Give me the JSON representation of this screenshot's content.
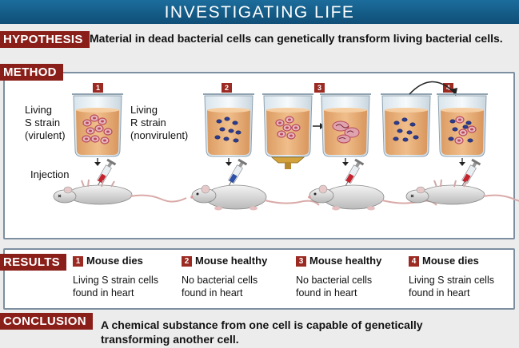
{
  "title": "INVESTIGATING LIFE",
  "hypothesis": {
    "label": "HYPOTHESIS",
    "text": "Material in dead bacterial cells can genetically transform living bacterial cells."
  },
  "method": {
    "label": "METHOD",
    "s_strain": [
      "Living",
      "S strain",
      "(virulent)"
    ],
    "r_strain": [
      "Living",
      "R strain",
      "(nonvirulent)"
    ],
    "injection": "Injection",
    "steps": [
      "1",
      "2",
      "3",
      "4"
    ]
  },
  "results": {
    "label": "RESULTS",
    "items": [
      {
        "num": "1",
        "head": "Mouse dies",
        "lines": [
          "Living S strain cells",
          "found in heart"
        ]
      },
      {
        "num": "2",
        "head": "Mouse healthy",
        "lines": [
          "No bacterial cells",
          "found in heart"
        ]
      },
      {
        "num": "3",
        "head": "Mouse healthy",
        "lines": [
          "No bacterial cells",
          "found in heart"
        ]
      },
      {
        "num": "4",
        "head": "Mouse dies",
        "lines": [
          "Living S strain cells",
          "found in heart"
        ]
      }
    ]
  },
  "conclusion": {
    "label": "CONCLUSION",
    "lines": [
      "A chemical substance from one cell is capable of genetically",
      "transforming another cell."
    ]
  },
  "colors": {
    "banner": "#14618f",
    "tag": "#8a1f1a",
    "panel_border": "#7d8fa0",
    "liquid": "#e9b078",
    "s_cell": "#d99aa6",
    "r_cell": "#2a3a8c",
    "syringe_red": "#c4232d",
    "syringe_blue": "#2d4fa8"
  }
}
